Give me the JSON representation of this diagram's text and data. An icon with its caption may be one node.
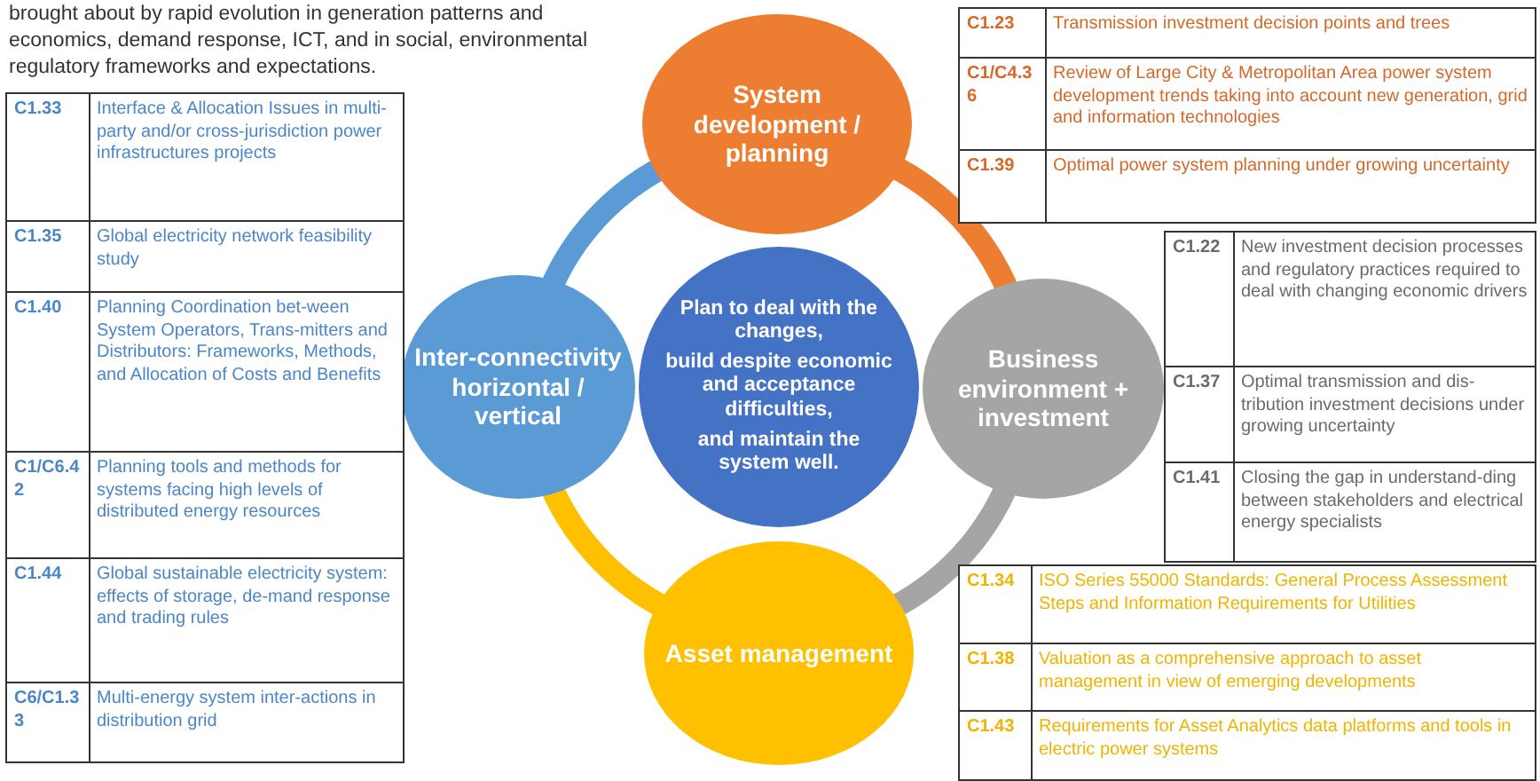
{
  "diagram": {
    "nodes": [
      {
        "text": [
          "System development / planning"
        ]
      },
      {
        "text": [
          "Inter-connectivity horizontal / vertical"
        ]
      },
      {
        "text": [
          "Plan to deal with the changes,",
          "build despite economic and acceptance difficulties,",
          "and maintain the system well."
        ]
      },
      {
        "text": [
          "Business environment + investment"
        ]
      },
      {
        "text": [
          "Asset management"
        ]
      }
    ],
    "edges": [
      {
        "from": 0,
        "to": 3,
        "arrow": "none",
        "color": "#ed7d31"
      },
      {
        "from": 3,
        "to": 4,
        "arrow": "none",
        "color": "#a5a5a5"
      },
      {
        "from": 4,
        "to": 1,
        "arrow": "none",
        "color": "#ffc000"
      },
      {
        "from": 1,
        "to": 0,
        "arrow": "none",
        "color": "#5b9bd5"
      }
    ],
    "labels": [
      "brought about by rapid evolution in generation patterns and economics, demand response, ICT, and in social, environmental regulatory frameworks and expectations.",
      "C1.23",
      "Transmission investment decision points and trees",
      "C1/C4.36",
      "Review of Large City & Metropolitan Area power system development trends taking into account new generation, grid and information technologies",
      "C1.39",
      "Optimal power system planning under growing uncertainty",
      "C1.33",
      "Interface & Allocation Issues in multi-party and/or cross-jurisdiction power infrastructures projects",
      "C1.35",
      "Global electricity network feasibility study",
      "C1.40",
      "Planning Coordination bet-ween System Operators, Trans-mitters and Distributors: Frameworks, Methods, and Allocation of Costs and Benefits",
      "C1/C6.42",
      "Planning tools and methods for systems facing high levels of distributed energy resources",
      "C1.44",
      "Global sustainable electricity system: effects of storage, de-mand response and trading rules",
      "C6/C1.33",
      "Multi-energy system inter-actions in distribution grid",
      "C1.22",
      "New investment decision processes and regulatory practices required to deal with changing economic drivers",
      "C1.37",
      "Optimal transmission and dis-tribution investment decisions under growing uncertainty",
      "C1.41",
      "Closing the gap in understand-ding between stakeholders and electrical energy specialists",
      "C1.34",
      "ISO Series 55000 Standards: General Process Assessment Steps and Information Requirements for Utilities",
      "C1.38",
      "Valuation as a comprehensive approach to asset management in view of emerging developments",
      "C1.43",
      "Requirements for Asset Analytics data platforms and tools in electric power systems"
    ]
  }
}
